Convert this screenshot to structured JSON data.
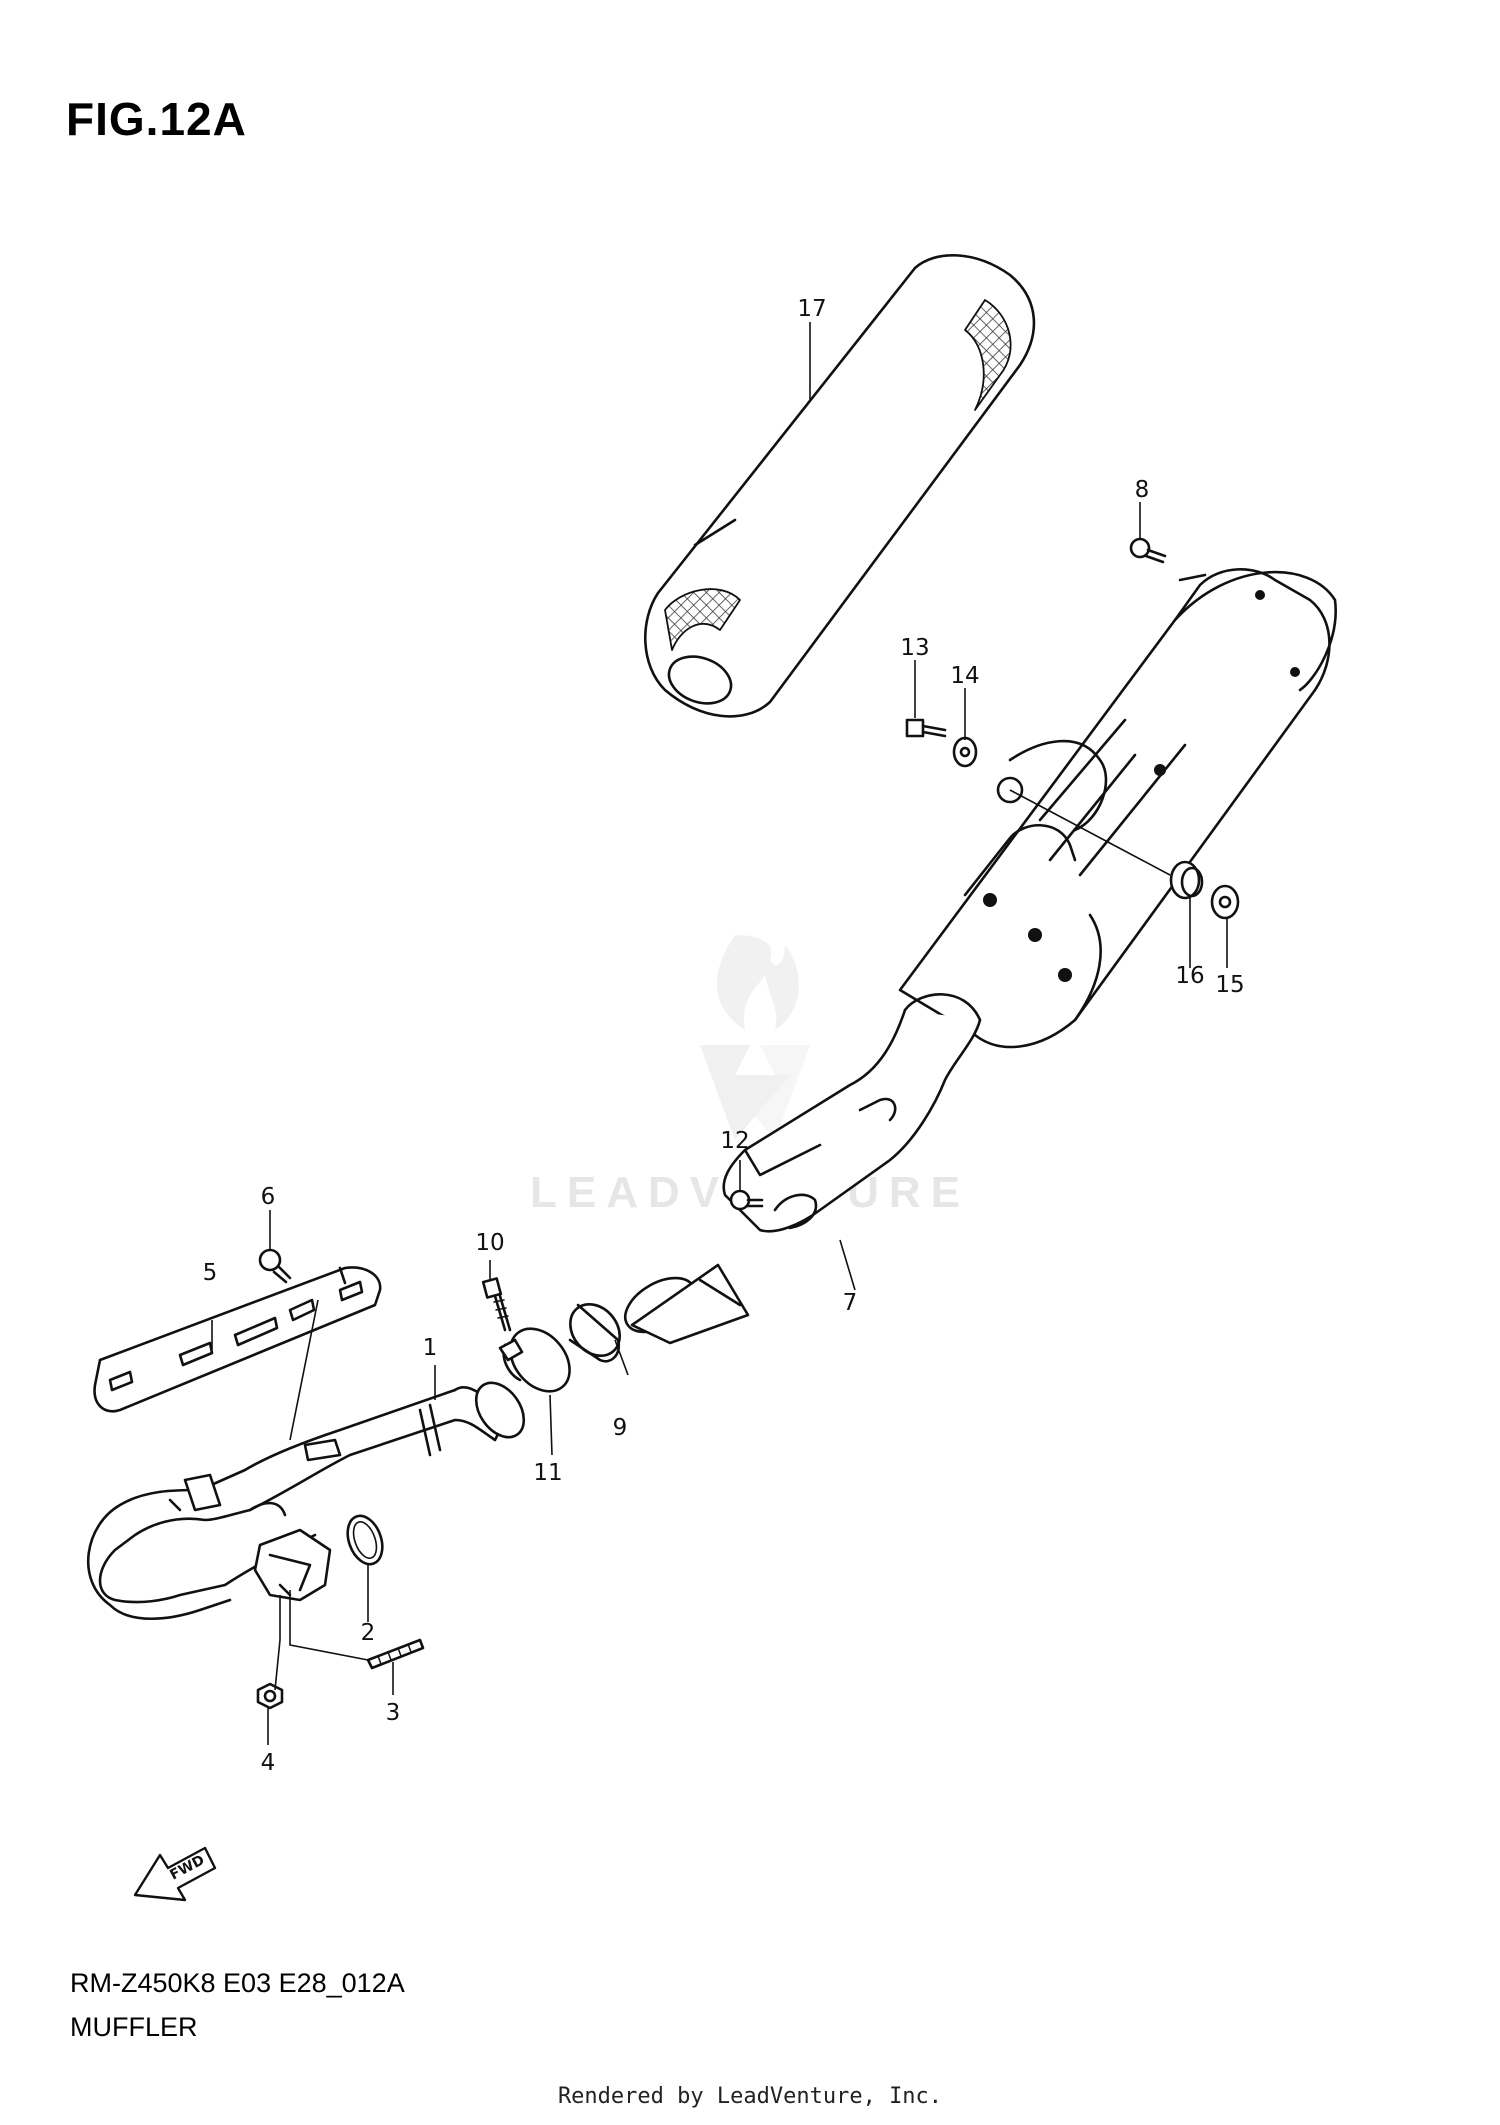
{
  "figure": {
    "title": "FIG.12A",
    "model_code": "RM-Z450K8 E03 E28_012A",
    "section_name": "MUFFLER",
    "footer": "Rendered by LeadVenture, Inc.",
    "watermark": "LEADVENTURE",
    "fwd_label": "FWD"
  },
  "callouts": [
    "1",
    "2",
    "3",
    "4",
    "5",
    "6",
    "7",
    "8",
    "9",
    "10",
    "11",
    "12",
    "13",
    "14",
    "15",
    "16",
    "17"
  ],
  "colors": {
    "line": "#111111",
    "background": "#ffffff",
    "watermark": "#e6e6e6"
  },
  "icons": [
    "fwd-arrow-icon",
    "leadventure-logo-icon"
  ]
}
